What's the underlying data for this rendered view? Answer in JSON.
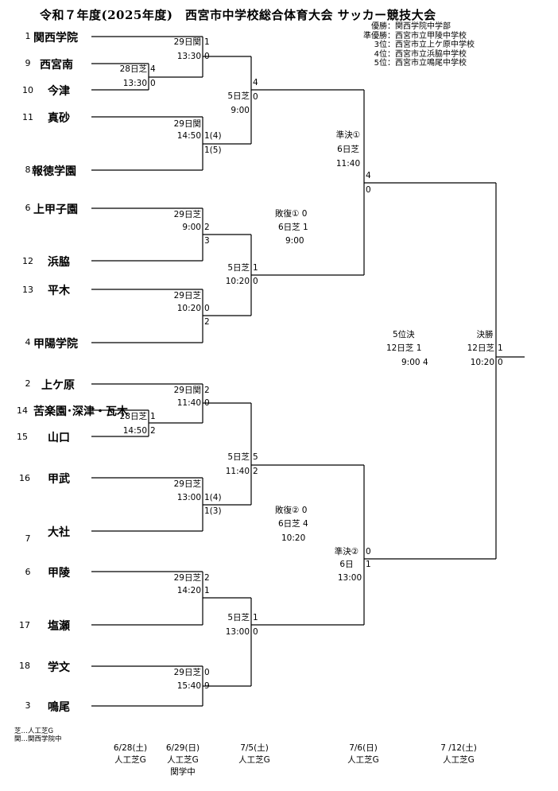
{
  "title": "令和７年度(2025年度)　西宮市中学校総合体育大会 サッカー競技大会",
  "results": [
    {
      "label": "優勝：",
      "value": "関西学院中学部"
    },
    {
      "label": "準優勝：",
      "value": "西宮市立甲陵中学校"
    },
    {
      "label": "3位：",
      "value": "西宮市立上ケ原中学校"
    },
    {
      "label": "4位：",
      "value": "西宮市立浜脇中学校"
    },
    {
      "label": "5位：",
      "value": "西宮市立鳴尾中学校"
    }
  ],
  "teams": [
    {
      "seed": "1",
      "name": "関西学院"
    },
    {
      "seed": "9",
      "name": "西宮南"
    },
    {
      "seed": "10",
      "name": "今津"
    },
    {
      "seed": "11",
      "name": "真砂"
    },
    {
      "seed": "8",
      "name": "報徳学園"
    },
    {
      "seed": "6",
      "name": "上甲子園"
    },
    {
      "seed": "12",
      "name": "浜脇"
    },
    {
      "seed": "13",
      "name": "平木"
    },
    {
      "seed": "4",
      "name": "甲陽学院"
    },
    {
      "seed": "2",
      "name": "上ケ原"
    },
    {
      "seed": "14",
      "name": "苦楽園･深津・瓦木"
    },
    {
      "seed": "15",
      "name": "山口"
    },
    {
      "seed": "16",
      "name": "甲武"
    },
    {
      "seed": "7",
      "name": "大社"
    },
    {
      "seed": "6",
      "name": "甲陵"
    },
    {
      "seed": "17",
      "name": "塩瀬"
    },
    {
      "seed": "18",
      "name": "学文"
    },
    {
      "seed": "3",
      "name": "鳴尾"
    }
  ],
  "matches": {
    "r1a": {
      "venue": "28日芝",
      "time": "13:30",
      "s1": "4",
      "s2": "0"
    },
    "r1b": {
      "venue": "28日芝",
      "time": "14:50",
      "s1": "1",
      "s2": "2"
    },
    "m1": {
      "venue": "29日関",
      "time": "13:30",
      "s1": "1",
      "s2": "0"
    },
    "m2": {
      "venue": "29日関",
      "time": "14:50",
      "s1": "1(4)",
      "s2": "1(5)"
    },
    "m3": {
      "venue": "29日芝",
      "time": "9:00",
      "s1": "2",
      "s2": "3"
    },
    "m4": {
      "venue": "29日芝",
      "time": "10:20",
      "s1": "0",
      "s2": "2"
    },
    "m5": {
      "venue": "29日関",
      "time": "11:40",
      "s1": "2",
      "s2": "0"
    },
    "m6": {
      "venue": "29日芝",
      "time": "13:00",
      "s1": "1(4)",
      "s2": "1(3)"
    },
    "m7": {
      "venue": "29日芝",
      "time": "14:20",
      "s1": "2",
      "s2": "1"
    },
    "m8": {
      "venue": "29日芝",
      "time": "15:40",
      "s1": "0",
      "s2": "9"
    },
    "q1": {
      "venue": "5日芝",
      "time": "9:00",
      "s1": "4",
      "s2": "0"
    },
    "q2": {
      "venue": "5日芝",
      "time": "10:20",
      "s1": "1",
      "s2": "0"
    },
    "q3": {
      "venue": "5日芝",
      "time": "11:40",
      "s1": "5",
      "s2": "2"
    },
    "q4": {
      "venue": "5日芝",
      "time": "13:00",
      "s1": "1",
      "s2": "0"
    },
    "sf1": {
      "label": "準決①",
      "venue": "6日芝",
      "time": "11:40",
      "s1": "4",
      "s2": "0"
    },
    "sf2": {
      "label": "準決②",
      "venue": "6日",
      "time": "13:00",
      "s1": "0",
      "s2": "1"
    },
    "cons1": {
      "label": "敗復①",
      "s1": "0",
      "venue": "6日芝",
      "s2": "1",
      "time": "9:00"
    },
    "cons2": {
      "label": "敗復②",
      "s1": "0",
      "venue": "6日芝",
      "s2": "4",
      "time": "10:20"
    },
    "fifth": {
      "label": "5位決",
      "venue": "12日芝",
      "s1": "1",
      "time": "9:00",
      "s2": "4"
    },
    "final": {
      "label": "決勝",
      "venue": "12日芝",
      "time": "10:20",
      "s1": "1",
      "s2": "0"
    }
  },
  "legend": [
    "芝…人工芝G",
    "関…関西学院中"
  ],
  "footer": [
    {
      "date": "6/28(土)",
      "venue": "人工芝G",
      "extra": ""
    },
    {
      "date": "6/29(日)",
      "venue": "人工芝G",
      "extra": "関学中"
    },
    {
      "date": "7/5(土)",
      "venue": "人工芝G",
      "extra": ""
    },
    {
      "date": "7/6(日)",
      "venue": "人工芝G",
      "extra": ""
    },
    {
      "date": "7 /12(土)",
      "venue": "人工芝G",
      "extra": ""
    }
  ]
}
